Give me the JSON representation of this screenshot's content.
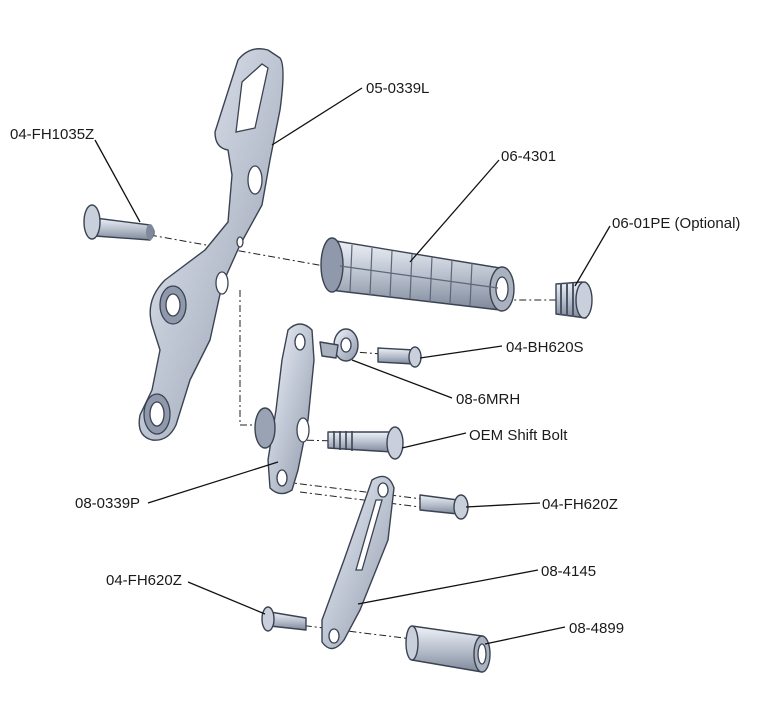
{
  "labels": {
    "bracket": "05-0339L",
    "pivot_bolt": "04-FH1035Z",
    "peg": "06-4301",
    "end_cap": "06-01PE (Optional)",
    "button_bolt": "04-BH620S",
    "rod_end": "08-6MRH",
    "shift_bolt": "OEM Shift Bolt",
    "shift_lever": "08-0339P",
    "lever_bolt": "04-FH620Z",
    "arm": "08-4145",
    "arm_bolt": "04-FH620Z",
    "peg_sleeve": "08-4899"
  }
}
